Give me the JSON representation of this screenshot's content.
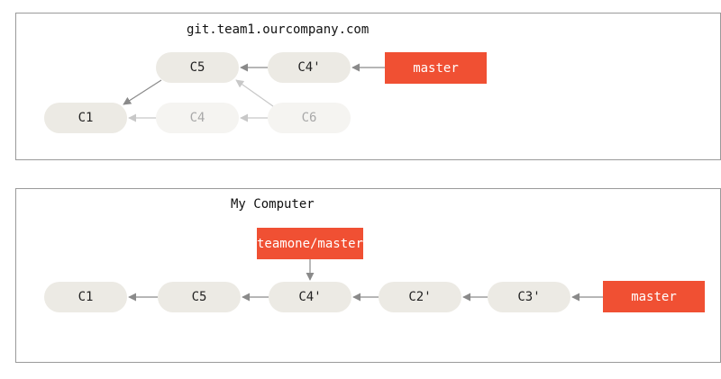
{
  "remote": {
    "title": "git.team1.ourcompany.com",
    "commits": {
      "c1": "C1",
      "c5": "C5",
      "c4p": "C4'",
      "c4": "C4",
      "c6": "C6"
    },
    "branches": {
      "master": "master"
    }
  },
  "local": {
    "title": "My Computer",
    "commits": {
      "c1": "C1",
      "c5": "C5",
      "c4p": "C4'",
      "c2p": "C2'",
      "c3p": "C3'"
    },
    "branches": {
      "teamone_master": "teamone/master",
      "master": "master"
    }
  },
  "colors": {
    "branch": "#f05033",
    "commit": "#eceae4",
    "commit_faded": "#f5f4f1",
    "arrow": "#8a8a8a",
    "arrow_faded": "#c8c8c8"
  }
}
